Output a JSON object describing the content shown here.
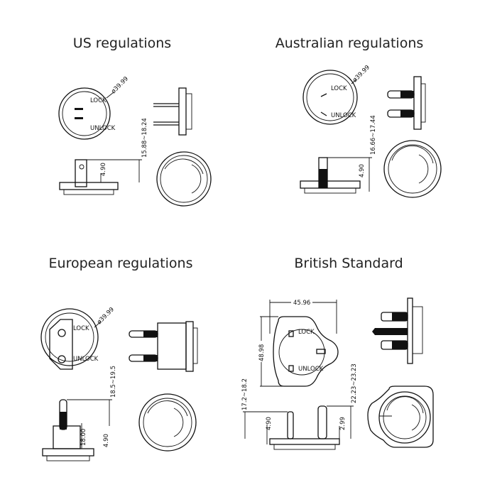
{
  "panels": [
    {
      "title": "US regulations",
      "dims": {
        "diameter": "ø39.99",
        "height_range": "15.88~18.24",
        "base": "4.90",
        "lock": "LOCK",
        "unlock": "UNLOCK"
      }
    },
    {
      "title": "Australian regulations",
      "dims": {
        "diameter": "ø39.99",
        "height_range": "16.66~17.44",
        "base": "4.90",
        "lock": "LOCK",
        "unlock": "UNLOCK"
      }
    },
    {
      "title": "European regulations",
      "dims": {
        "diameter": "ø39.99",
        "height_range": "18.5~19.5",
        "pin_length": "18.00",
        "base": "4.90",
        "lock": "LOCK",
        "unlock": "UNLOCK"
      }
    },
    {
      "title": "British Standard",
      "dims": {
        "width": "45.96",
        "height": "48.98",
        "left_range": "17.2~18.2",
        "right_range": "22.23~23.23",
        "base": "4.90",
        "pin_offset": "2.99",
        "lock": "LOCK",
        "unlock": "UNLOCK"
      }
    }
  ]
}
